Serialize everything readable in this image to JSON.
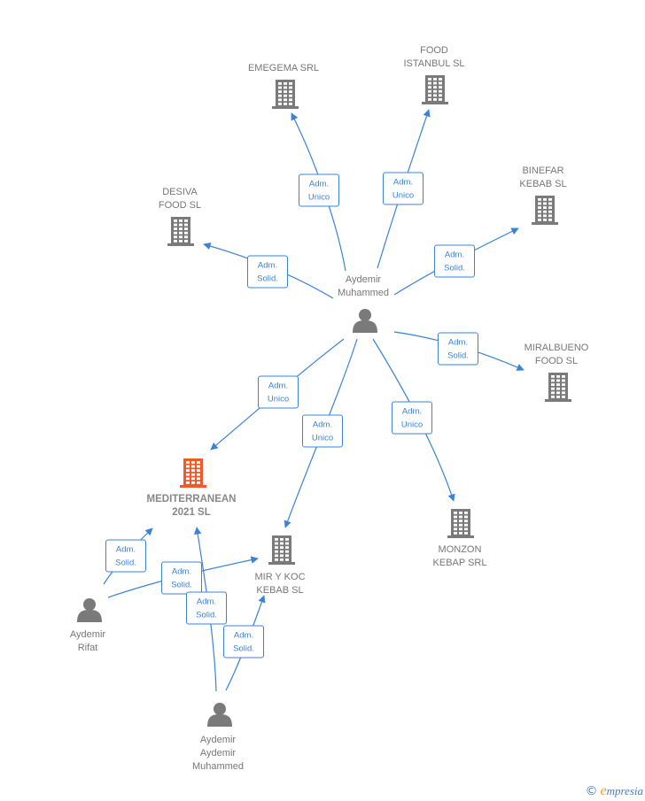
{
  "diagram": {
    "companies": [
      {
        "id": "emegema",
        "lines": [
          "EMEGEMA SRL"
        ],
        "highlight": false
      },
      {
        "id": "food-istanbul",
        "lines": [
          "FOOD",
          "ISTANBUL  SL"
        ],
        "highlight": false
      },
      {
        "id": "binefar",
        "lines": [
          "BINEFAR",
          "KEBAB  SL"
        ],
        "highlight": false
      },
      {
        "id": "desiva",
        "lines": [
          "DESIVA",
          "FOOD  SL"
        ],
        "highlight": false
      },
      {
        "id": "miralbueno",
        "lines": [
          "MIRALBUENO",
          "FOOD  SL"
        ],
        "highlight": false
      },
      {
        "id": "mediterranean",
        "lines": [
          "MEDITERRANEAN",
          "2021  SL"
        ],
        "highlight": true
      },
      {
        "id": "mir-y-koc",
        "lines": [
          "MIR Y KOC",
          "KEBAB  SL"
        ],
        "highlight": false
      },
      {
        "id": "monzon",
        "lines": [
          "MONZON",
          "KEBAP SRL"
        ],
        "highlight": false
      }
    ],
    "persons": [
      {
        "id": "aydemir-muhammed",
        "lines": [
          "Aydemir",
          "Muhammed"
        ]
      },
      {
        "id": "aydemir-rifat",
        "lines": [
          "Aydemir",
          "Rifat"
        ]
      },
      {
        "id": "aydemir-aydemir-muhammed",
        "lines": [
          "Aydemir",
          "Aydemir",
          "Muhammed"
        ]
      }
    ],
    "relations": [
      {
        "from": "aydemir-muhammed",
        "to": "emegema",
        "lines": [
          "Adm.",
          "Unico"
        ]
      },
      {
        "from": "aydemir-muhammed",
        "to": "food-istanbul",
        "lines": [
          "Adm.",
          "Unico"
        ]
      },
      {
        "from": "aydemir-muhammed",
        "to": "binefar",
        "lines": [
          "Adm.",
          "Solid."
        ]
      },
      {
        "from": "aydemir-muhammed",
        "to": "desiva",
        "lines": [
          "Adm.",
          "Solid."
        ]
      },
      {
        "from": "aydemir-muhammed",
        "to": "miralbueno",
        "lines": [
          "Adm.",
          "Solid."
        ]
      },
      {
        "from": "aydemir-muhammed",
        "to": "mediterranean",
        "lines": [
          "Adm.",
          "Unico"
        ]
      },
      {
        "from": "aydemir-muhammed",
        "to": "mir-y-koc",
        "lines": [
          "Adm.",
          "Unico"
        ]
      },
      {
        "from": "aydemir-muhammed",
        "to": "monzon",
        "lines": [
          "Adm.",
          "Unico"
        ]
      },
      {
        "from": "aydemir-rifat",
        "to": "mediterranean",
        "lines": [
          "Adm.",
          "Solid."
        ]
      },
      {
        "from": "aydemir-rifat",
        "to": "mir-y-koc",
        "lines": [
          "Adm.",
          "Solid."
        ]
      },
      {
        "from": "aydemir-aydemir-muhammed",
        "to": "mediterranean",
        "lines": [
          "Adm.",
          "Solid."
        ]
      },
      {
        "from": "aydemir-aydemir-muhammed",
        "to": "mir-y-koc",
        "lines": [
          "Adm.",
          "Solid."
        ]
      }
    ]
  },
  "colors": {
    "edge": "#3a83d6",
    "company": "#7a7a7a",
    "company_highlight": "#f05a28",
    "person": "#7a7a7a"
  },
  "watermark": {
    "copyright": "©",
    "brand_initial": "e",
    "brand_rest": "mpresia"
  }
}
